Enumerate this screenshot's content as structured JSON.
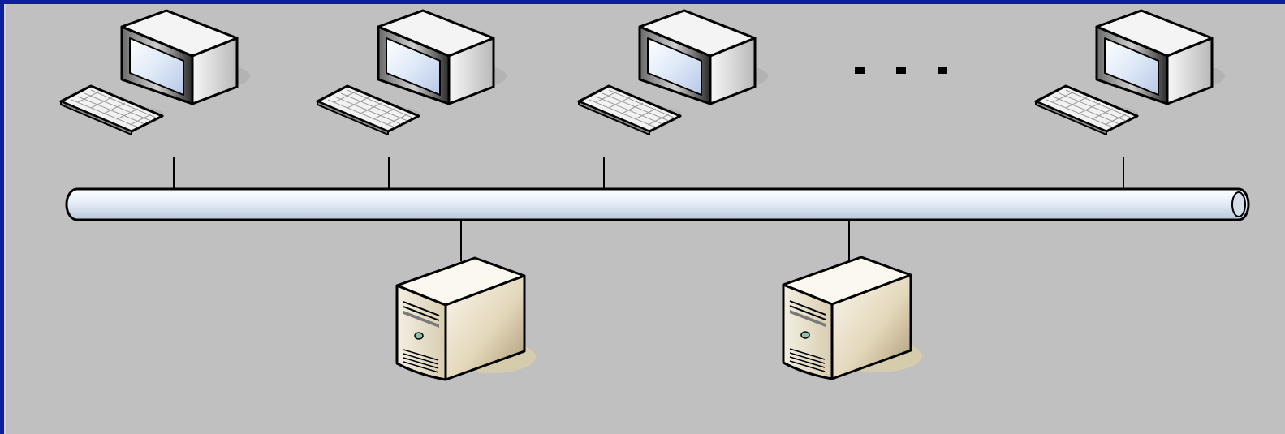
{
  "diagram": {
    "type": "bus-network-topology",
    "background_color": "#c0c0c0",
    "frame_color": "#0c1fa0",
    "bus": {
      "fill_color": "#e6edf7"
    },
    "ellipsis_text": ". . .",
    "nodes": {
      "workstations": [
        {
          "id": "workstation-1",
          "icon": "desktop-computer-icon"
        },
        {
          "id": "workstation-2",
          "icon": "desktop-computer-icon"
        },
        {
          "id": "workstation-3",
          "icon": "desktop-computer-icon"
        },
        {
          "id": "workstation-n",
          "icon": "desktop-computer-icon"
        }
      ],
      "servers": [
        {
          "id": "server-1",
          "icon": "server-tower-icon"
        },
        {
          "id": "server-2",
          "icon": "server-tower-icon"
        }
      ]
    },
    "server_color": "#e8dcc0"
  }
}
